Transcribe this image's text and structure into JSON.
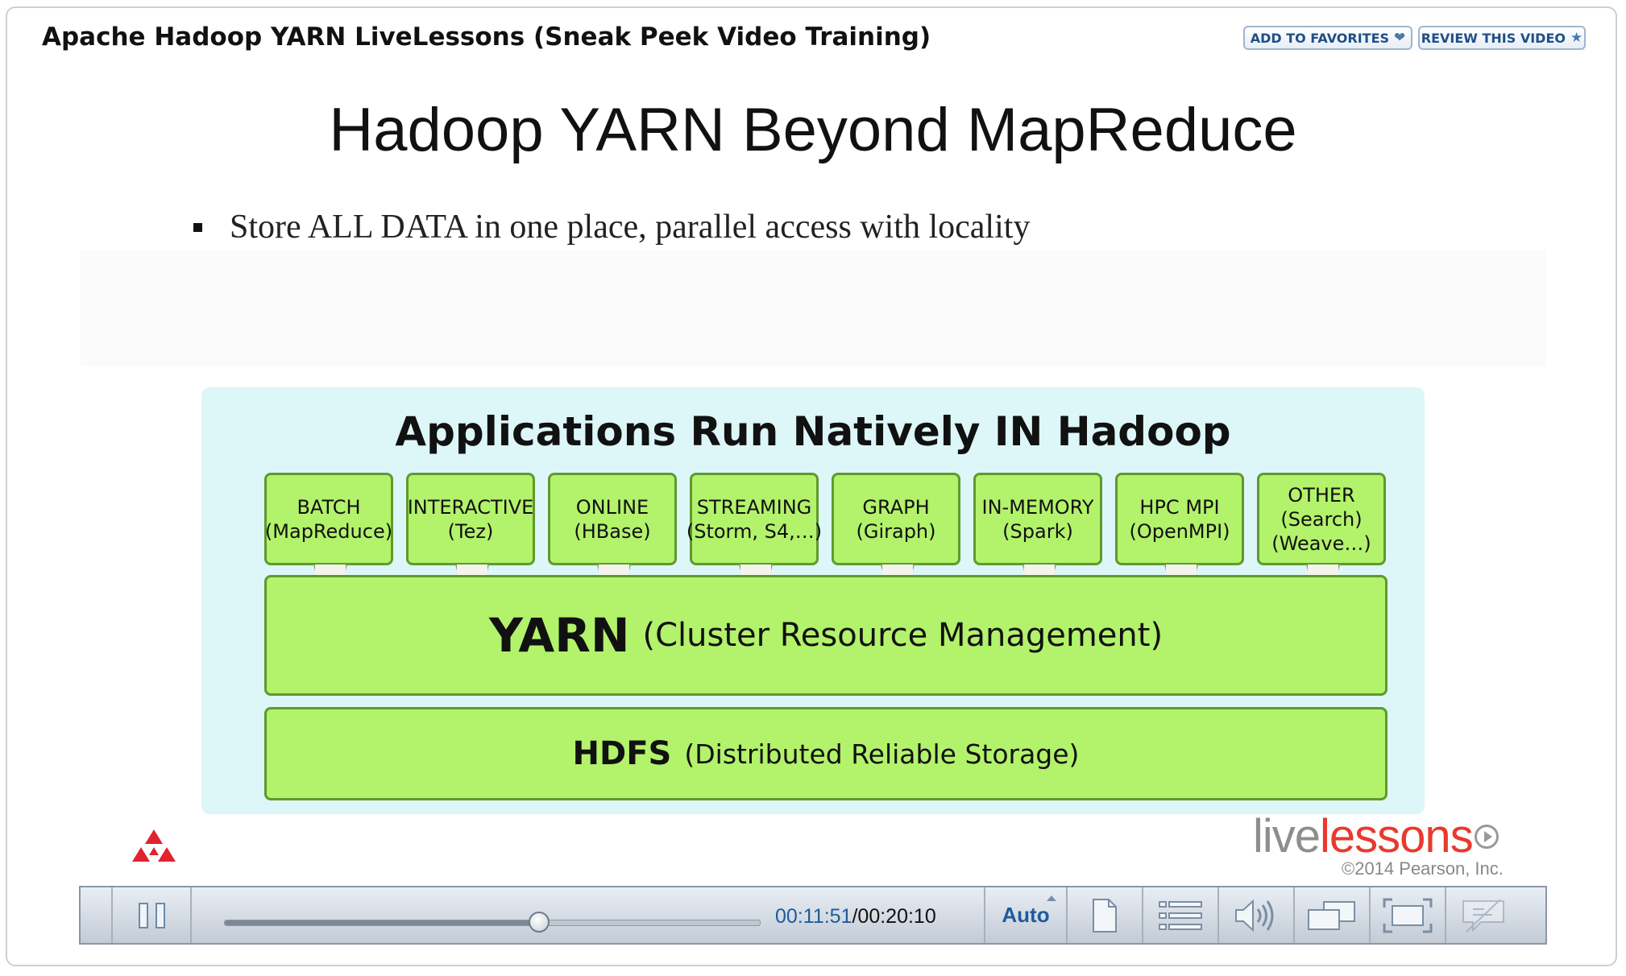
{
  "page": {
    "title": "Apache Hadoop YARN LiveLessons (Sneak Peek Video Training)",
    "add_favorites": "ADD TO FAVORITES",
    "add_favorites_icon": "heart-icon",
    "review_video": "REVIEW THIS VIDEO",
    "review_video_icon": "star-icon"
  },
  "slide": {
    "title": "Hadoop YARN Beyond MapReduce",
    "bullet": "Store ALL DATA in one place, parallel access with locality",
    "diagram": {
      "heading": "Applications Run Natively IN Hadoop",
      "apps": [
        {
          "line1": "BATCH",
          "line2": "(MapReduce)",
          "line3": ""
        },
        {
          "line1": "INTERACTIVE",
          "line2": "(Tez)",
          "line3": ""
        },
        {
          "line1": "ONLINE",
          "line2": "(HBase)",
          "line3": ""
        },
        {
          "line1": "STREAMING",
          "line2": "(Storm, S4,…)",
          "line3": ""
        },
        {
          "line1": "GRAPH",
          "line2": "(Giraph)",
          "line3": ""
        },
        {
          "line1": "IN-MEMORY",
          "line2": "(Spark)",
          "line3": ""
        },
        {
          "line1": "HPC MPI",
          "line2": "(OpenMPI)",
          "line3": ""
        },
        {
          "line1": "OTHER",
          "line2": "(Search)",
          "line3": "(Weave…)"
        }
      ],
      "yarn": {
        "name": "YARN",
        "desc": "(Cluster Resource Management)"
      },
      "hdfs": {
        "name": "HDFS",
        "desc": "(Distributed Reliable Storage)"
      }
    },
    "brand": {
      "part1": "live",
      "part2": "lessons",
      "copyright": "©2014 Pearson, Inc."
    }
  },
  "player": {
    "current_time": "00:11:51",
    "separator": "/",
    "total_time": "00:20:10",
    "progress": 0.587,
    "quality": "Auto",
    "buttons": [
      "pause-icon",
      "document-icon",
      "chapters-list-icon",
      "volume-icon",
      "popout-icon",
      "fullscreen-icon",
      "captions-icon"
    ]
  }
}
